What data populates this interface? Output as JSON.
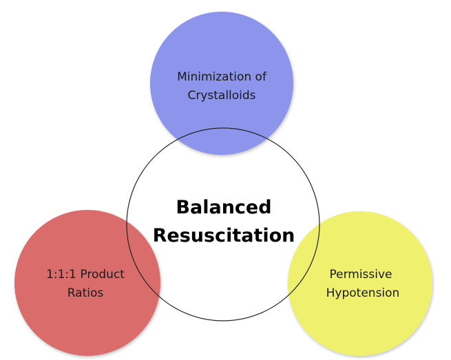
{
  "diagram": {
    "center": {
      "line1": "Balanced",
      "line2": "Resuscitation"
    },
    "top": {
      "line1": "Minimization of",
      "line2": "Crystalloids",
      "color": "#8C94EC"
    },
    "left": {
      "line1": "1:1:1 Product",
      "line2": "Ratios",
      "color": "#DA6C6C"
    },
    "right": {
      "line1": "Permissive",
      "line2": "Hypotension",
      "color": "#EEF06E"
    }
  }
}
